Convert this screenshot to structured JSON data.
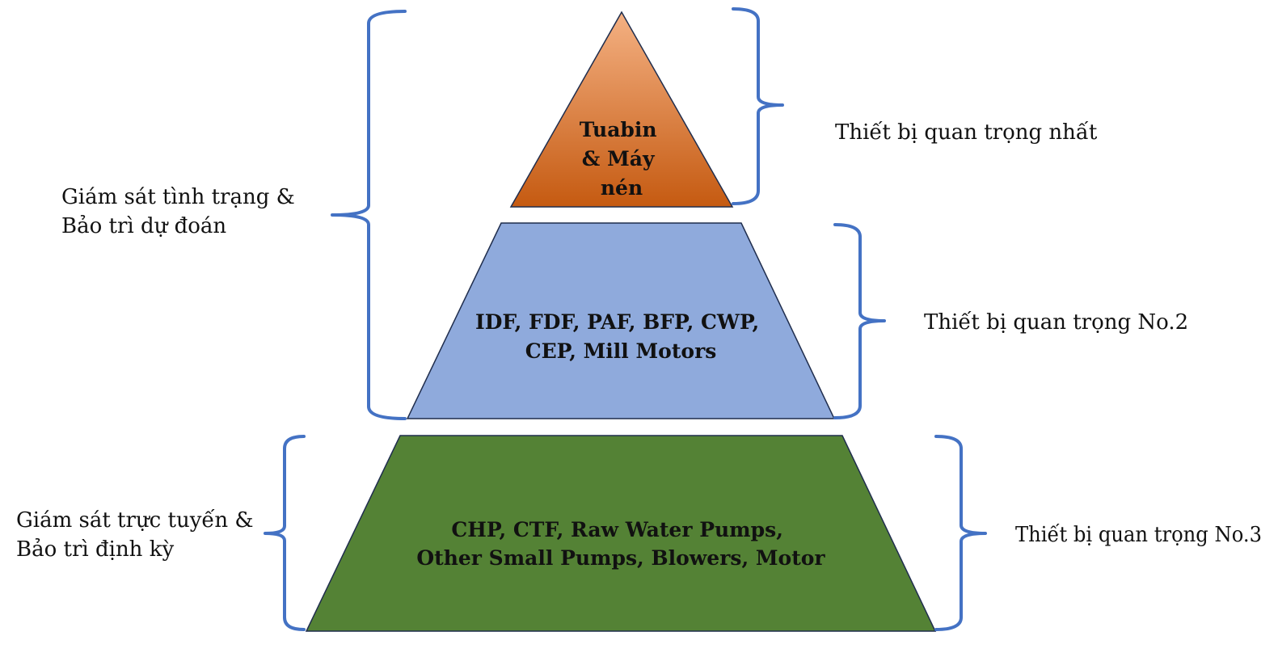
{
  "tiers": {
    "top": {
      "lines": [
        "Tuabin",
        "& Máy",
        "nén"
      ],
      "fill_top": "#F4B183",
      "fill_bottom": "#C55A11"
    },
    "middle": {
      "lines": [
        "IDF, FDF, PAF, BFP, CWP,",
        "CEP, Mill Motors"
      ],
      "fill": "#8FAADC"
    },
    "bottom": {
      "lines": [
        "CHP, CTF, Raw Water Pumps,",
        "Other Small Pumps, Blowers, Motor"
      ],
      "fill": "#548235"
    }
  },
  "right_labels": {
    "top": "Thiết bị quan trọng nhất",
    "middle": "Thiết bị quan trọng No.2",
    "bottom": "Thiết bị quan trọng No.3"
  },
  "left_labels": {
    "upper": [
      "Giám sát tình trạng &",
      "Bảo trì dự đoán"
    ],
    "lower": [
      "Giám sát trực tuyến &",
      "Bảo trì định kỳ"
    ]
  },
  "brace_color": "#4472C4"
}
